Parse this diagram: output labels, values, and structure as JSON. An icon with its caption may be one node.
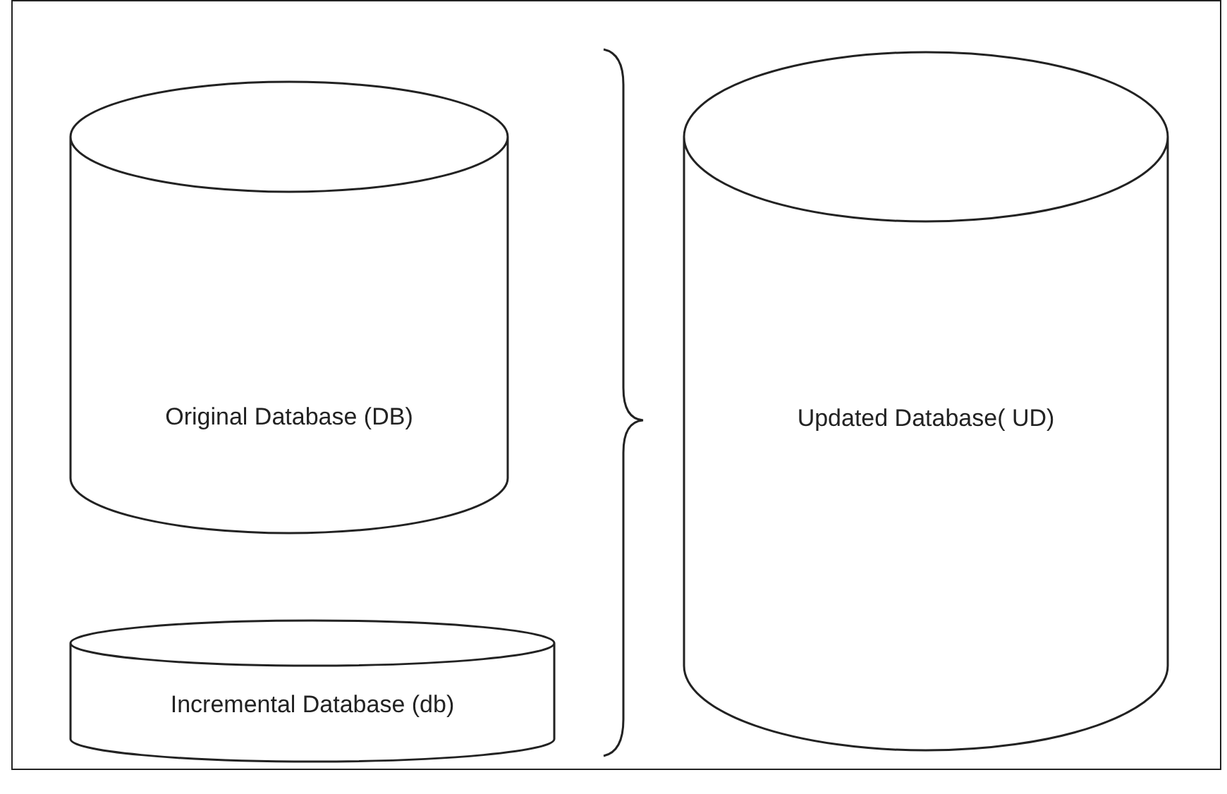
{
  "diagram": {
    "nodes": [
      {
        "text": [
          "Original Database (DB)"
        ]
      },
      {
        "text": [
          "Incremental Database (db)"
        ]
      },
      {
        "text": [
          "Updated Database( UD)"
        ]
      }
    ]
  }
}
